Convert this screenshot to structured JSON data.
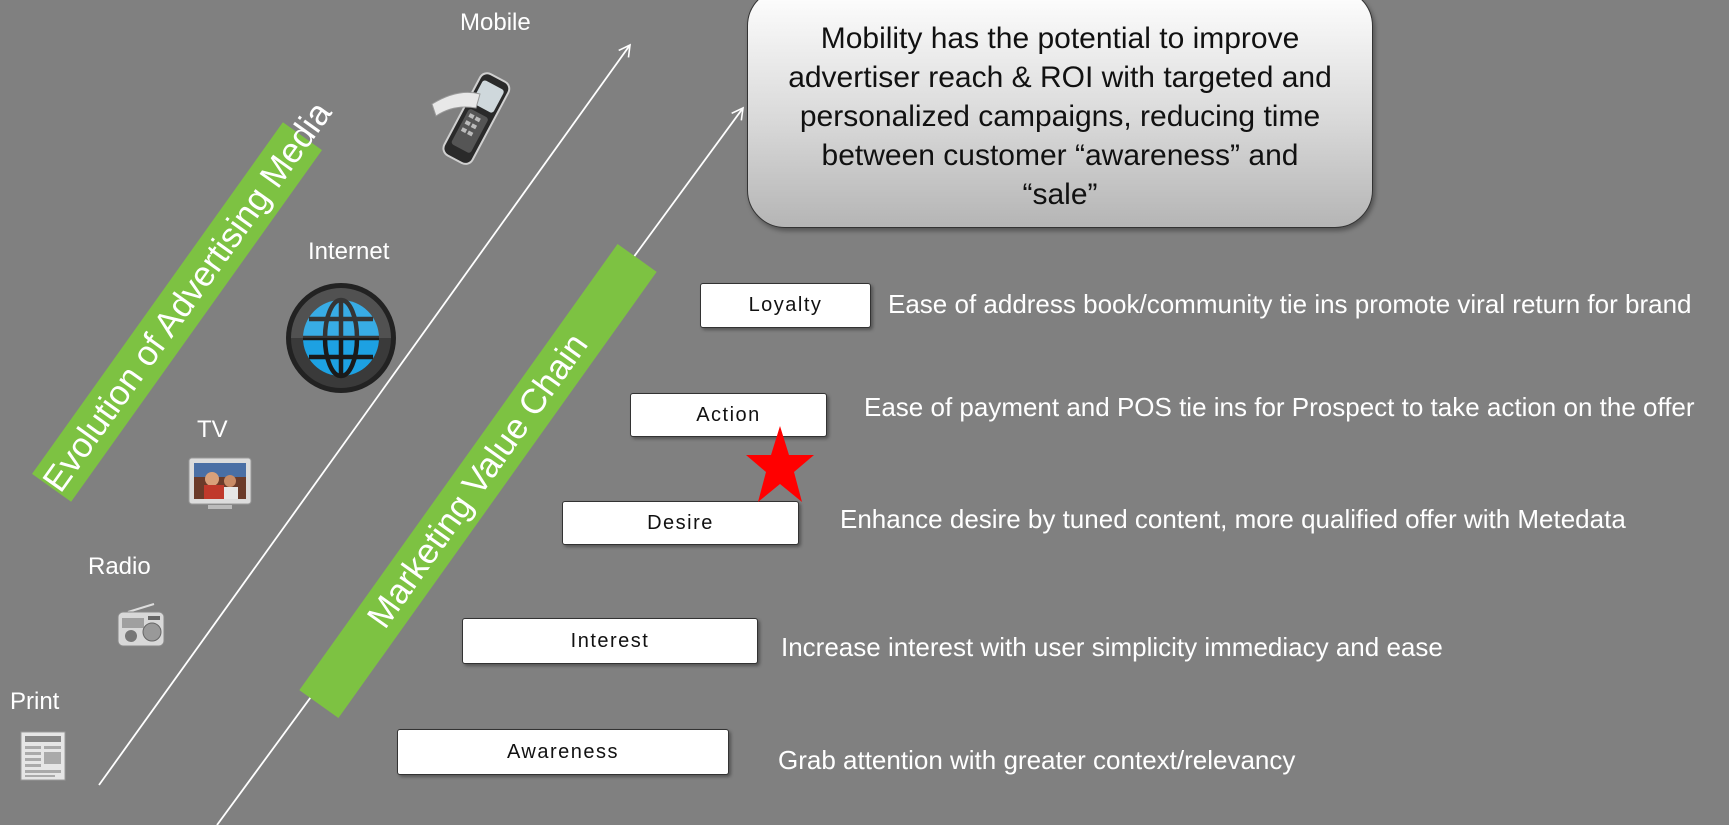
{
  "media": {
    "band_label": "Evolution of Advertising Media",
    "items": [
      {
        "label": "Print",
        "icon": "newspaper-icon"
      },
      {
        "label": "Radio",
        "icon": "radio-icon"
      },
      {
        "label": "TV",
        "icon": "tv-icon"
      },
      {
        "label": "Internet",
        "icon": "globe-icon"
      },
      {
        "label": "Mobile",
        "icon": "mobile-phone-icon"
      }
    ]
  },
  "chain": {
    "band_label": "Marketing Value Chain",
    "stages": [
      {
        "label": "Awareness",
        "description": "Grab attention with greater context/relevancy"
      },
      {
        "label": "Interest",
        "description": "Increase interest with user simplicity immediacy and ease"
      },
      {
        "label": "Desire",
        "description": "Enhance desire by tuned content, more qualified offer with Metedata"
      },
      {
        "label": "Action",
        "description": "Ease of payment and POS tie ins for Prospect to take action on the offer"
      },
      {
        "label": "Loyalty",
        "description": "Ease of address book/community tie ins promote viral return for brand"
      }
    ]
  },
  "callout": {
    "text": "Mobility has the potential to improve advertiser reach & ROI with targeted and personalized campaigns, reducing time between customer “awareness” and “sale”"
  },
  "colors": {
    "background": "#808080",
    "band_green": "#7dc242",
    "star_red": "#ff0000"
  }
}
